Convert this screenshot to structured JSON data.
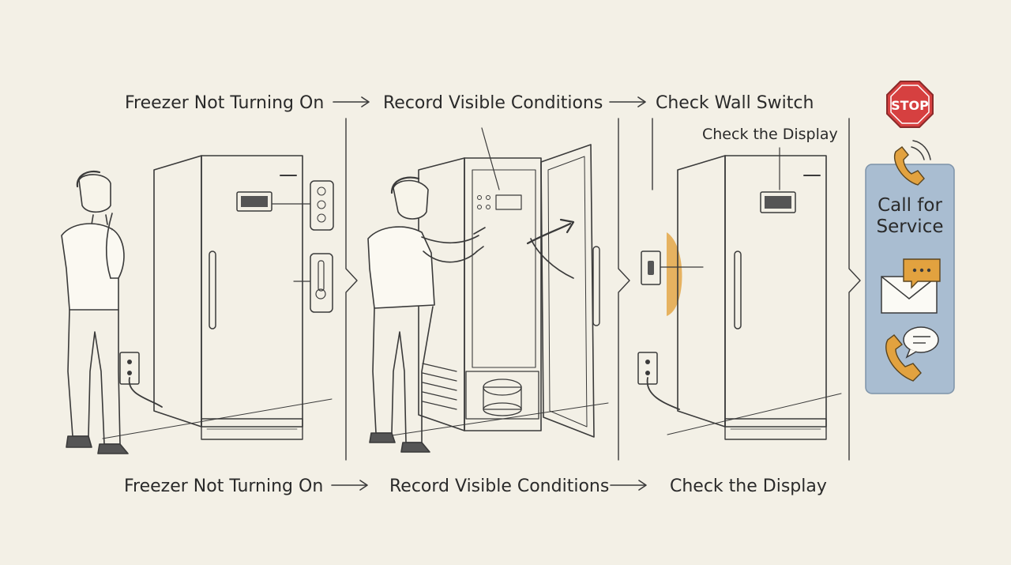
{
  "top_flow": {
    "step1": "Freezer Not Turning On",
    "step2": "Record Visible Conditions",
    "step3": "Check Wall Switch"
  },
  "callout": {
    "display": "Check the Display"
  },
  "bottom_flow": {
    "step1": "Freezer Not Turning On",
    "step2": "Record Visible Conditions",
    "step3": "Check the Display"
  },
  "service_panel": {
    "stop_sign": "STOP",
    "title_line1": "Call for",
    "title_line2": "Service"
  },
  "colors": {
    "background": "#f3f0e6",
    "panel": "#a9bdd1",
    "accent_orange": "#e2a23f",
    "stop_red": "#d64040"
  }
}
